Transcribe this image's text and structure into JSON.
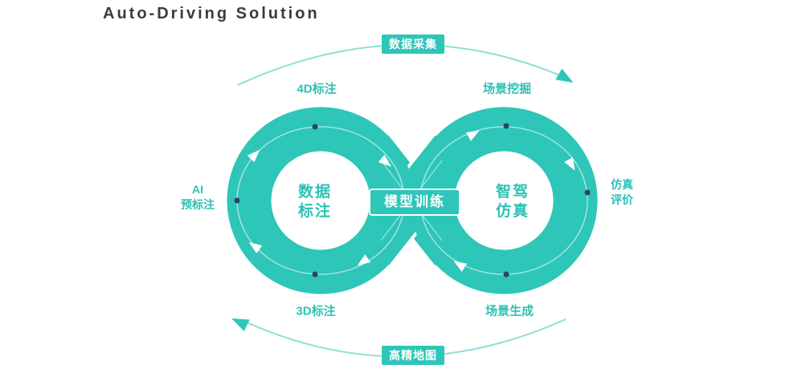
{
  "title": "Auto-Driving Solution",
  "colors": {
    "loop_teal": "#2EC6B8",
    "arc_teal_light": "#8FDED6",
    "label_teal": "#2CC2B4",
    "flow_dot_navy": "#2B4560",
    "badge_text_white": "#FFFFFF"
  },
  "diagram": {
    "badges": {
      "top": "数据采集",
      "center": "模型训练",
      "bottom": "高精地图"
    },
    "loops": {
      "left": {
        "line1": "数据",
        "line2": "标注"
      },
      "right": {
        "line1": "智驾",
        "line2": "仿真"
      }
    },
    "labels": {
      "top_left": "4D标注",
      "top_right": "场景挖掘",
      "left_line1": "AI",
      "left_line2": "预标注",
      "right_line1": "仿真",
      "right_line2": "评价",
      "bottom_left": "3D标注",
      "bottom_right": "场景生成"
    }
  }
}
